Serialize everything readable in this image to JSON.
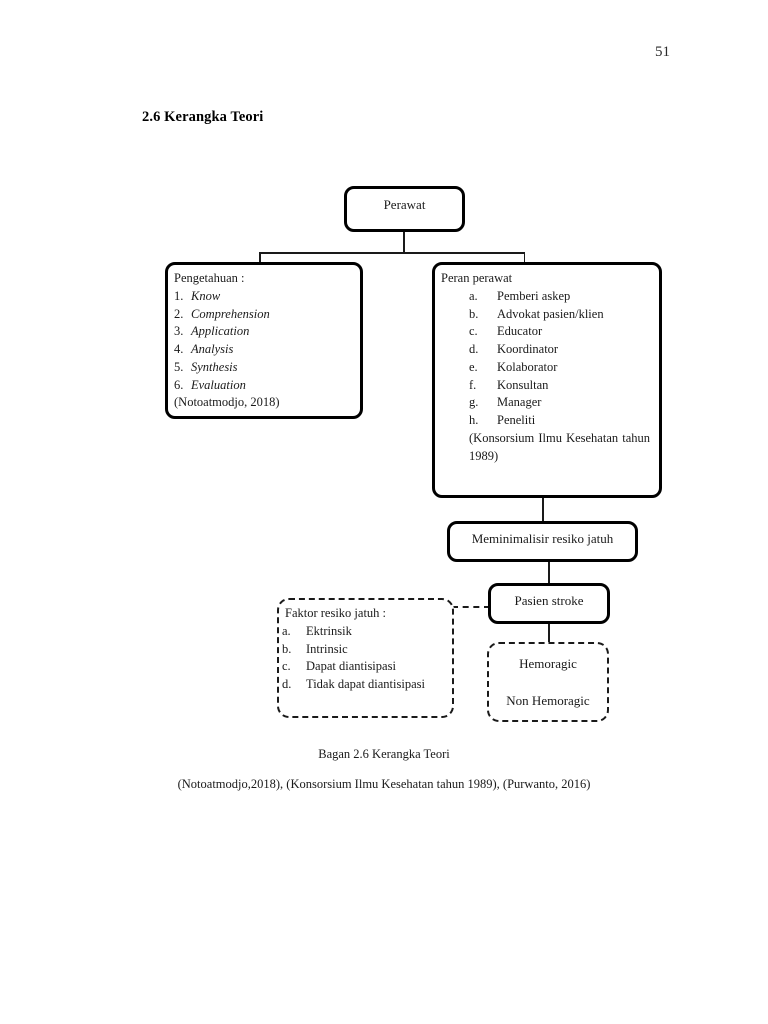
{
  "page": {
    "number": "51",
    "heading": "2.6 Kerangka Teori"
  },
  "diagram": {
    "nodes": {
      "perawat": {
        "label": "Perawat"
      },
      "pengetahuan": {
        "lead": "Pengetahuan :",
        "items": [
          {
            "marker": "1.",
            "text": "Know"
          },
          {
            "marker": "2.",
            "text": "Comprehension"
          },
          {
            "marker": "3.",
            "text": "Application"
          },
          {
            "marker": "4.",
            "text": "Analysis"
          },
          {
            "marker": "5.",
            "text": "Synthesis"
          },
          {
            "marker": "6.",
            "text": "Evaluation"
          }
        ],
        "note": "(Notoatmodjo, 2018)"
      },
      "peran_perawat": {
        "lead": "Peran perawat",
        "items": [
          {
            "marker": "a.",
            "text": "Pemberi askep"
          },
          {
            "marker": "b.",
            "text": "Advokat pasien/klien"
          },
          {
            "marker": "c.",
            "text": "Educator"
          },
          {
            "marker": "d.",
            "text": "Koordinator"
          },
          {
            "marker": "e.",
            "text": "Kolaborator"
          },
          {
            "marker": "f.",
            "text": "Konsultan"
          },
          {
            "marker": "g.",
            "text": "Manager"
          },
          {
            "marker": "h.",
            "text": "Peneliti"
          }
        ],
        "note_line1": "(Konsorsium Ilmu Kesehatan tahun",
        "note_line2": "1989)"
      },
      "meminimalisir": {
        "label": "Meminimalisir resiko jatuh"
      },
      "pasien_stroke": {
        "label": "Pasien stroke"
      },
      "faktor_resiko": {
        "lead": "Faktor resiko jatuh :",
        "items": [
          {
            "marker": "a.",
            "text": "Ektrinsik"
          },
          {
            "marker": "b.",
            "text": "Intrinsic"
          },
          {
            "marker": "c.",
            "text": "Dapat diantisipasi"
          },
          {
            "marker": "d.",
            "text": "Tidak dapat diantisipasi"
          }
        ]
      },
      "hemoragic": {
        "line1": "Hemoragic",
        "line2": "Non Hemoragic"
      }
    }
  },
  "caption": {
    "title": "Bagan 2.6 Kerangka Teori",
    "sources": "(Notoatmodjo,2018), (Konsorsium Ilmu Kesehatan tahun 1989), (Purwanto, 2016)"
  }
}
